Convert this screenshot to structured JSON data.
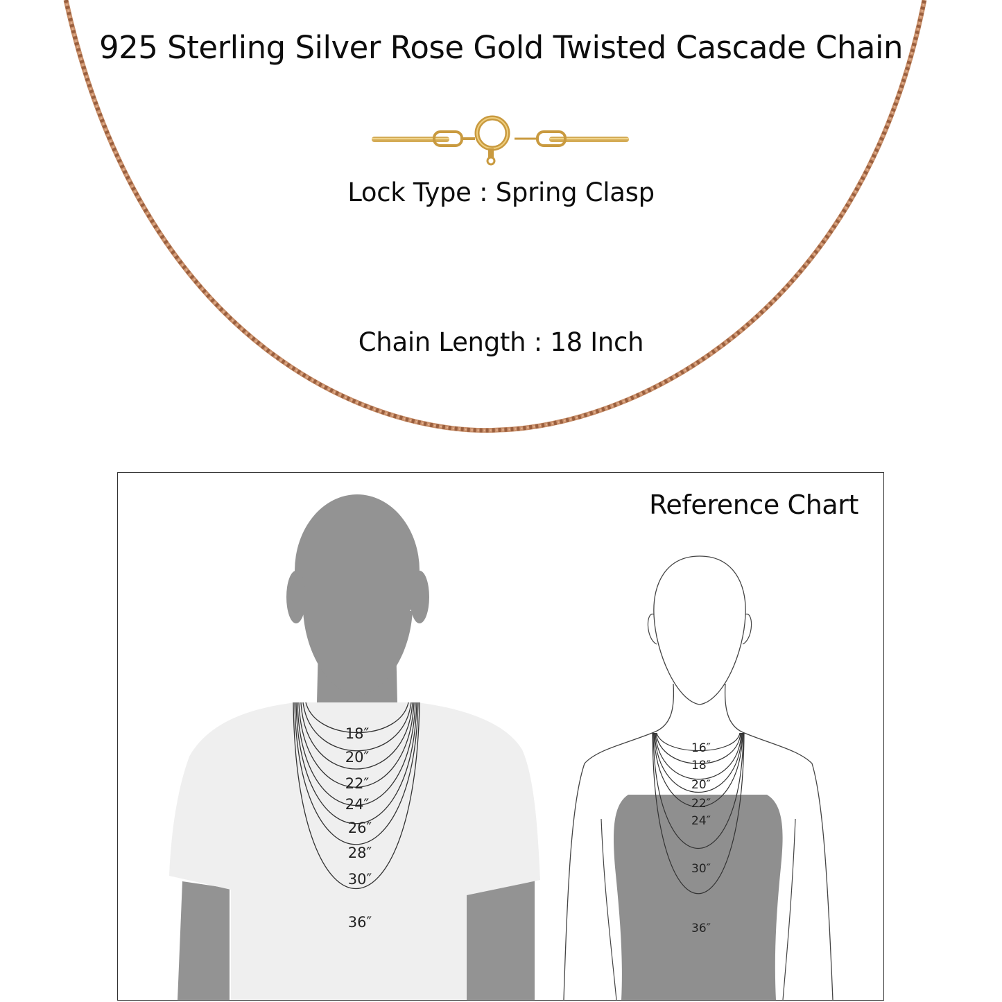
{
  "product": {
    "title": "925 Sterling Silver Rose Gold Twisted Cascade Chain",
    "lock_type": "Lock Type : Spring Clasp",
    "chain_length": "Chain Length : 18 Inch"
  },
  "colors": {
    "chain": "#b9774f",
    "clasp": "#d4ab55",
    "man_figure": "#939393",
    "man_shirt": "#efefef",
    "woman_top": "#8f8f8f"
  },
  "reference_chart": {
    "title": "Reference Chart",
    "man_lengths": [
      "18″",
      "20″",
      "22″",
      "24″",
      "26″",
      "28″",
      "30″",
      "36″"
    ],
    "woman_lengths": [
      "16″",
      "18″",
      "20″",
      "22″",
      "24″",
      "30″",
      "36″"
    ]
  }
}
